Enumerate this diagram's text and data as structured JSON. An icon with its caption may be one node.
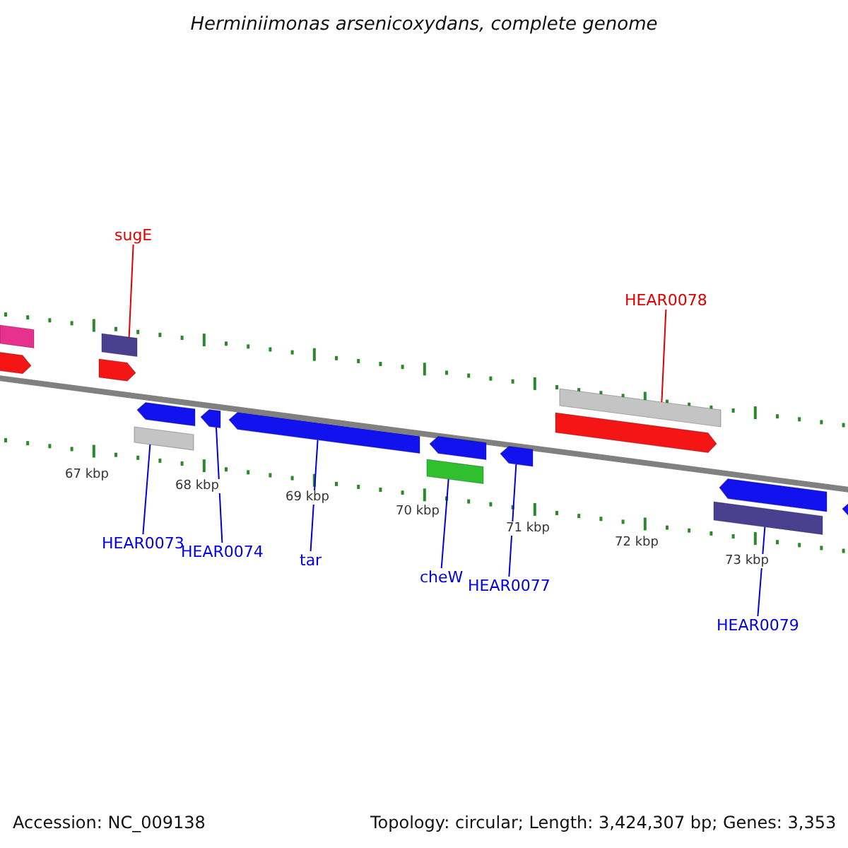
{
  "diagram": {
    "title": "Herminiimonas arsenicoxydans, complete genome",
    "nodes": [
      {
        "text": [
          "sugE"
        ]
      },
      {
        "text": [
          "HEAR0078"
        ]
      },
      {
        "text": [
          "HEAR0073"
        ]
      },
      {
        "text": [
          "HEAR0074"
        ]
      },
      {
        "text": [
          "tar"
        ]
      },
      {
        "text": [
          "cheW"
        ]
      },
      {
        "text": [
          "HEAR0077"
        ]
      },
      {
        "text": [
          "HEAR0079"
        ]
      },
      {
        "text": [],
        "shape": "bar"
      },
      {
        "text": [],
        "shape": "arrow"
      },
      {
        "text": [],
        "shape": "bar"
      },
      {
        "text": [],
        "shape": "arrow"
      },
      {
        "text": [],
        "shape": "arrow"
      },
      {
        "text": [],
        "shape": "bar"
      },
      {
        "text": [],
        "shape": "arrow"
      },
      {
        "text": [],
        "shape": "arrow"
      },
      {
        "text": [],
        "shape": "arrow"
      },
      {
        "text": [],
        "shape": "bar"
      },
      {
        "text": [],
        "shape": "arrow"
      },
      {
        "text": [],
        "shape": "bar"
      },
      {
        "text": [],
        "shape": "arrow"
      },
      {
        "text": [],
        "shape": "arrow"
      },
      {
        "text": [],
        "shape": "bar"
      },
      {
        "text": [],
        "shape": "arrow"
      }
    ],
    "edges": [
      {
        "from": 0,
        "to": 10,
        "arrow": "none",
        "color": "#e00000"
      },
      {
        "from": 1,
        "to": 19,
        "arrow": "none",
        "color": "#e00000"
      },
      {
        "from": 2,
        "to": 13,
        "arrow": "none"
      },
      {
        "from": 3,
        "to": 14,
        "arrow": "none"
      },
      {
        "from": 4,
        "to": 15,
        "arrow": "none"
      },
      {
        "from": 5,
        "to": 17,
        "arrow": "none"
      },
      {
        "from": 6,
        "to": 18,
        "arrow": "none"
      },
      {
        "from": 7,
        "to": 22,
        "arrow": "none"
      }
    ],
    "labels": [
      "67 kbp",
      "68 kbp",
      "69 kbp",
      "70 kbp",
      "71 kbp",
      "72 kbp",
      "73 kbp",
      "Accession: NC_009138",
      "Topology: circular; Length: 3,424,307 bp; Genes: 3,353"
    ]
  }
}
